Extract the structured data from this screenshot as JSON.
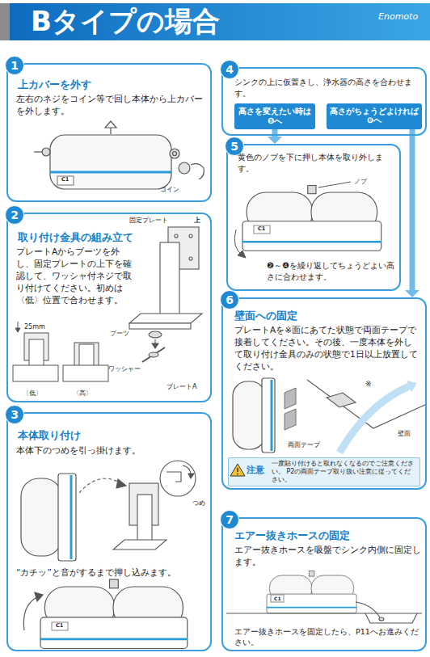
{
  "diagram": {
    "title": "Bタイプの場合",
    "nodes": [
      {
        "text": [
          "1",
          "上カバーを外す",
          "左右のネジをコイン等で回し本体から上カバーを外します。"
        ]
      },
      {
        "text": [
          "2",
          "取り付け金具の組み立て",
          "プレートAからブーツを外し、固定プレートの上下を確認して、ワッシャ付ネジで取り付けてください。初めは〈低〉位置で合わせます。"
        ]
      },
      {
        "text": [
          "3",
          "本体取り付け",
          "本体下のつめを引っ掛けます。",
          "“カチッ”と音がするまで押し込みます。"
        ]
      },
      {
        "text": [
          "4",
          "シンクの上に仮置きし、浄水器の高さを合わせます。"
        ]
      },
      {
        "text": [
          "高さを変えたい時は ❺へ"
        ],
        "in": 3
      },
      {
        "text": [
          "高さがちょうどよければ ❻へ"
        ],
        "in": 3
      },
      {
        "text": [
          "5",
          "黄色のノブを下に押し本体を取り外します。",
          "❷～❹を繰り返してちょうどよい高さに合わせます。"
        ]
      },
      {
        "text": [
          "6",
          "壁面への固定",
          "プレートAを※面にあてた状態で両面テープで接着してください。その後、一度本体を外して取り付け金具のみの状態で1日以上放置してください。"
        ]
      },
      {
        "text": [
          "注意",
          "一度貼り付けると取れなくなるのでご注意ください。 P2の両面テープ取り扱い注意に従ってください。"
        ],
        "in": 7
      },
      {
        "text": [
          "7",
          "エアー抜きホースの固定",
          "エアー抜きホースを吸盤でシンク内側に固定します。",
          "エアー抜きホースを固定したら、P11へお進みください。"
        ]
      }
    ],
    "edges": [
      {
        "from": 4,
        "to": 6,
        "arrow": "to"
      },
      {
        "from": 5,
        "to": 7,
        "arrow": "to"
      }
    ],
    "labels": [
      "Enomoto",
      "コイン",
      "C1",
      "固定プレート",
      "上",
      "25mm",
      "〈低〉",
      "〈高〉",
      "ブーツ",
      "ワッシャー",
      "プレートA",
      "つめ",
      "C1",
      "ノブ",
      "C1",
      "※",
      "両面テープ",
      "壁面",
      "C1"
    ]
  }
}
